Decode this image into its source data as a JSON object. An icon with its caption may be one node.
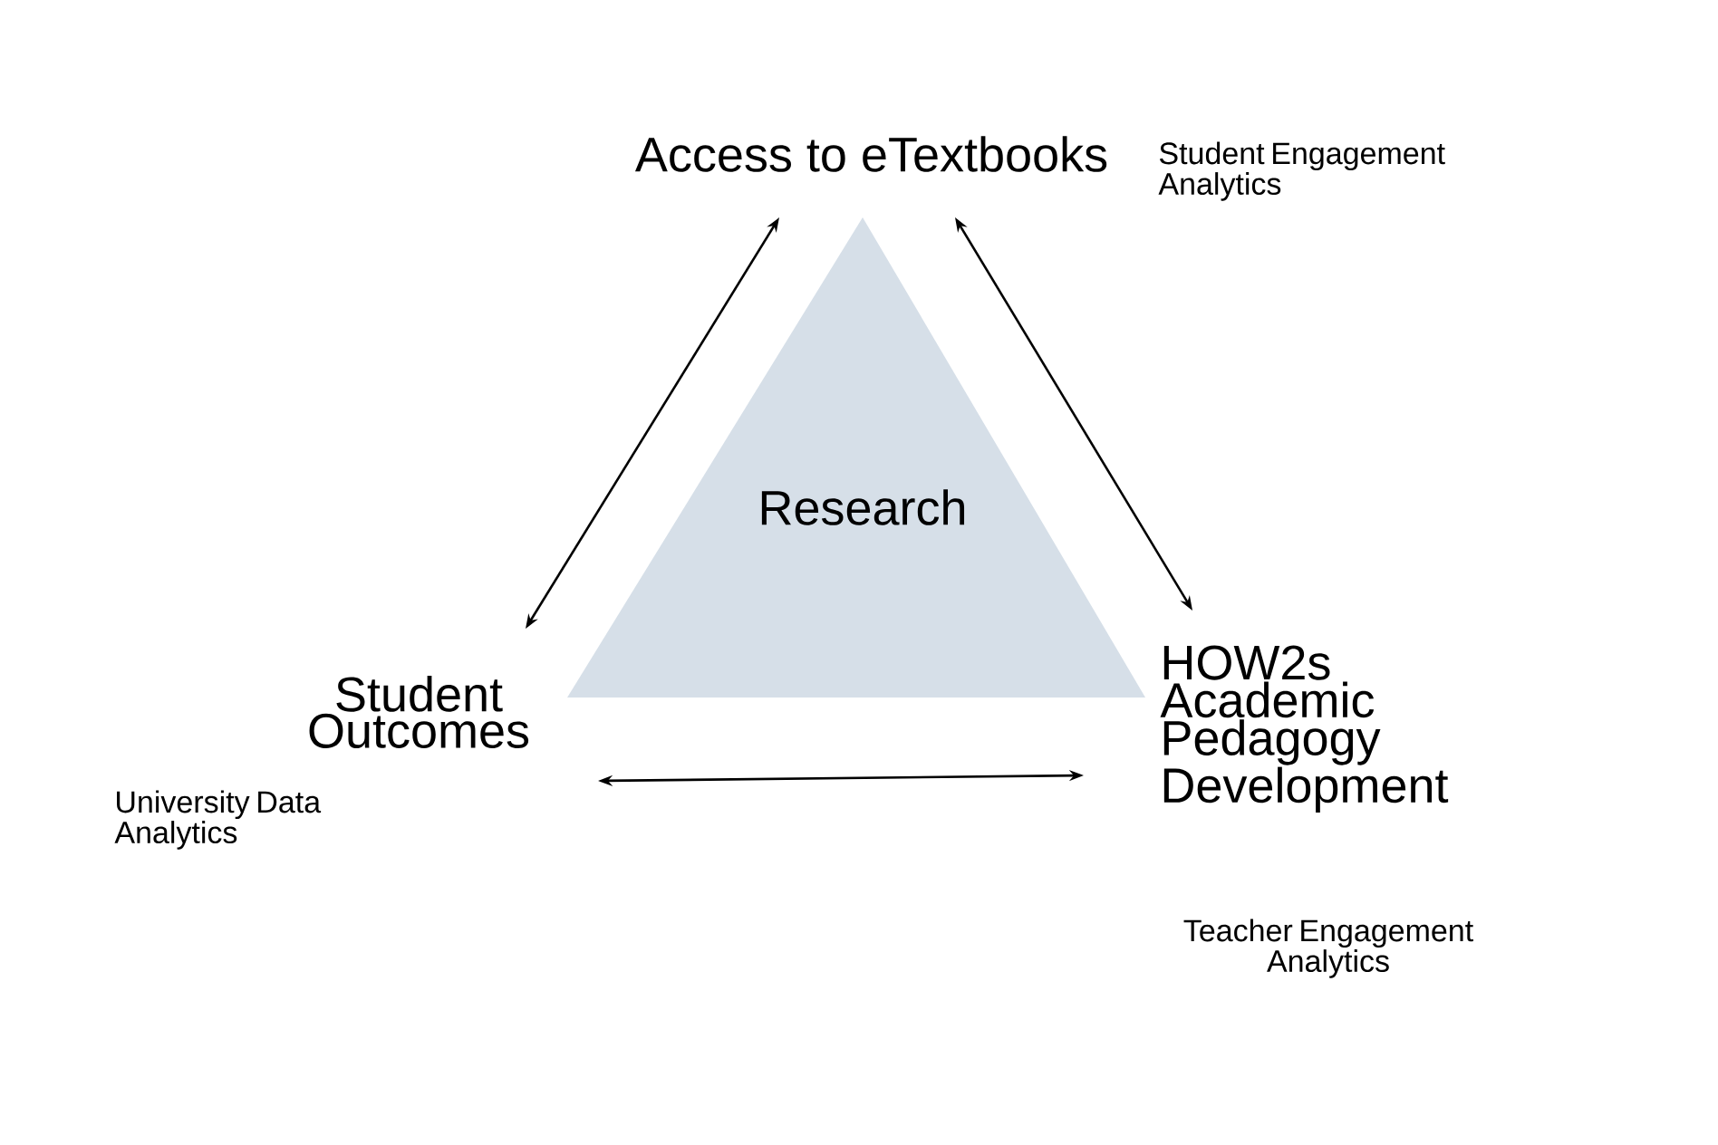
{
  "diagram": {
    "nodes": [
      {
        "text": [
          "Access to eTextbooks"
        ]
      },
      {
        "text": [
          "Research"
        ]
      },
      {
        "text": [
          "Student Outcomes"
        ],
        "beside": [
          "University Data Analytics"
        ]
      },
      {
        "text": [
          "HOW2s Academic Pedagogy Development"
        ],
        "beside": [
          "Teacher Engagement Analytics"
        ]
      }
    ],
    "edges": [
      {
        "from": 0,
        "to": 2,
        "arrow": "both"
      },
      {
        "from": 0,
        "to": 3,
        "arrow": "both"
      },
      {
        "from": 2,
        "to": 3,
        "arrow": "both"
      }
    ],
    "labels": [
      "Student Engagement Analytics"
    ]
  }
}
